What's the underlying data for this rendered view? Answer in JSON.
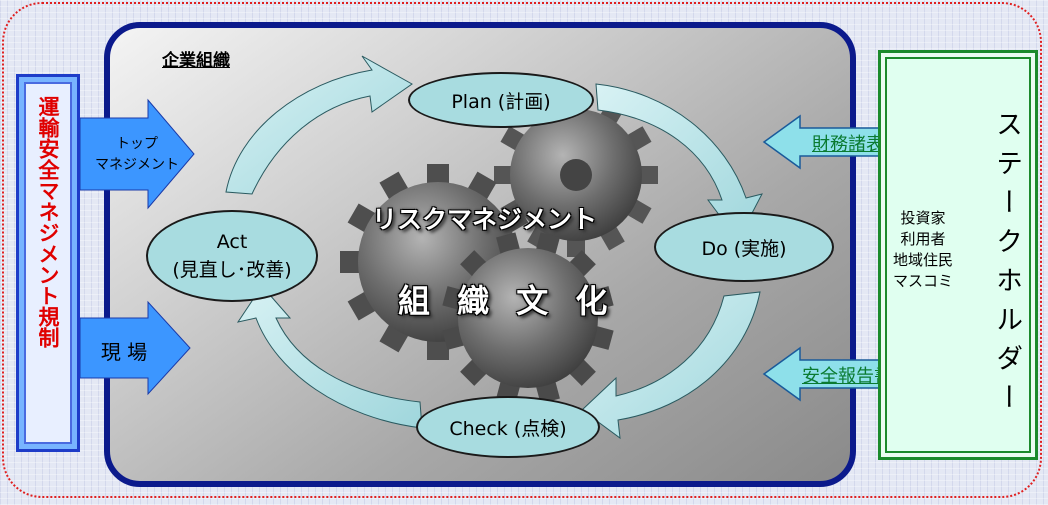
{
  "organization": {
    "title": "企業組織"
  },
  "regulation": {
    "label": "運輸安全マネジメント規制"
  },
  "inputs": {
    "top_line1": "トップ",
    "top_line2": "マネジメント",
    "field": "現 場"
  },
  "cycle": {
    "plan": "Plan (計画)",
    "do": "Do (実施)",
    "check": "Check (点検)",
    "act_line1": "Act",
    "act_line2": "(見直し･改善)"
  },
  "center": {
    "risk": "リスクマネジメント",
    "culture": "組 織 文 化"
  },
  "stakeholders": {
    "title": "ステークホルダー",
    "list": [
      "投資家",
      "利用者",
      "地域住民",
      "マスコミ"
    ]
  },
  "reports": {
    "financial": "財務諸表",
    "safety": "安全報告書"
  },
  "colors": {
    "org_border": "#0b1a8c",
    "ellipse_fill": "#a8dce0",
    "regulation_text": "#e00000",
    "report_text": "#0a7a30",
    "stakeholder_border": "#1b8a2c"
  }
}
